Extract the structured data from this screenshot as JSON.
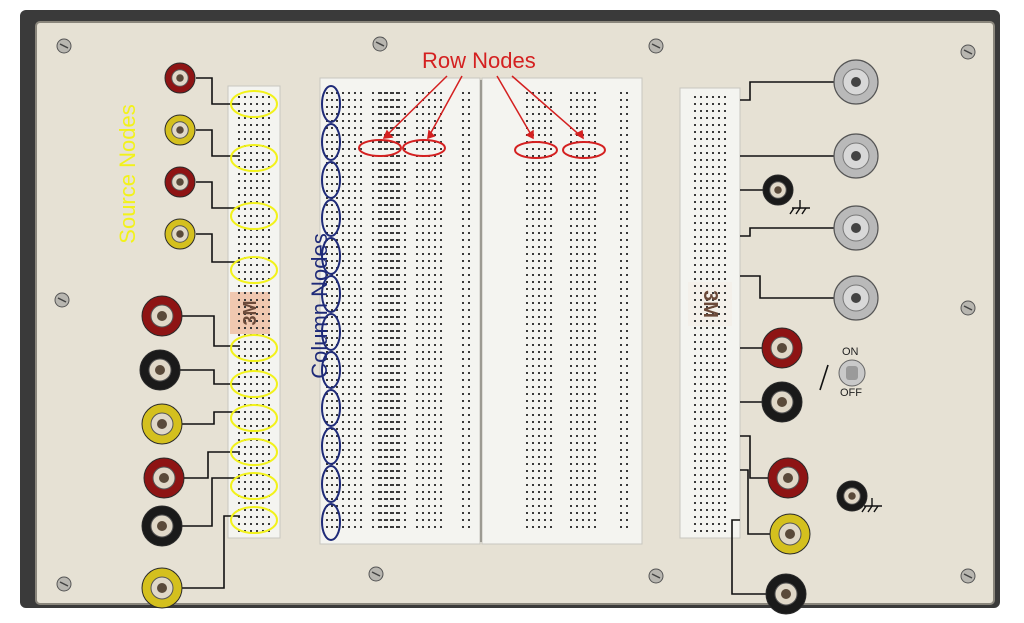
{
  "labels": {
    "row_nodes": "Row Nodes",
    "source_nodes": "Source Nodes",
    "column_nodes": "Column Nodes",
    "switch_on": "ON",
    "switch_off": "OFF",
    "logo_left": "3M",
    "logo_right": "3M"
  },
  "colors": {
    "panel": "#e6e1d4",
    "breadboard": "#f4f4f0",
    "hole": "#3a3a3a",
    "red_highlight": "#d42020",
    "yellow_highlight": "#f2f21a",
    "navy_highlight": "#1e2a78",
    "jack_red": "#8e1414",
    "jack_yellow": "#d4c01e",
    "jack_black": "#1a1a1a",
    "bnc_metal": "#b9b9b9"
  }
}
